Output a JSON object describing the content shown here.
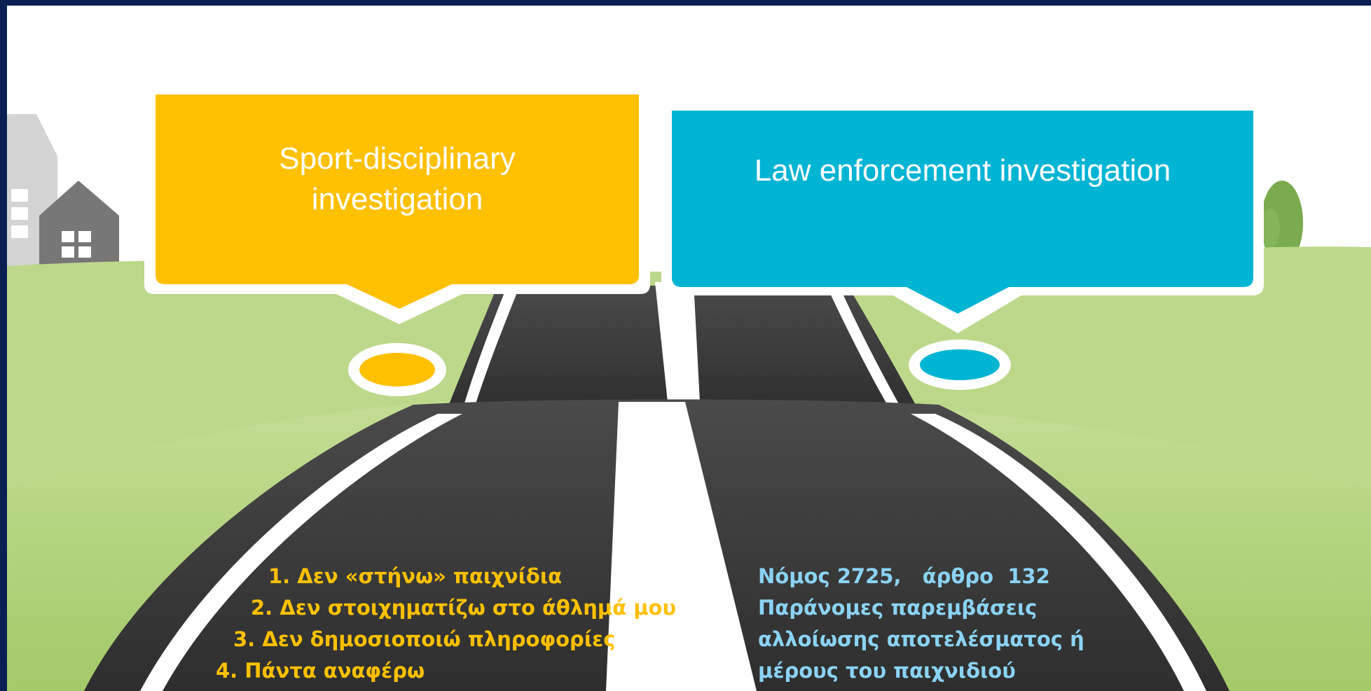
{
  "callouts": {
    "left": {
      "title_line1": "Sport-disciplinary",
      "title_line2": "investigation",
      "color": "#ffc000"
    },
    "right": {
      "title": "Law enforcement investigation",
      "color": "#00b0d0"
    }
  },
  "left_list": [
    "1. Δεν «στήνω» παιχνίδια",
    "2. Δεν στοιχηματίζω στο άθλημά μου",
    "3. Δεν δημοσιοποιώ πληροφορίες",
    "4. Πάντα αναφέρω"
  ],
  "right_list": [
    "Νόμος 2725,   άρθρο  132",
    "Παράνομες παρεμβάσεις",
    "αλλοίωσης αποτελέσματος ή",
    "μέρους του παιχνιδιού"
  ],
  "colors": {
    "background_frame": "#0a1f52",
    "grass": "#a9cf70",
    "road": "#3c3c3c",
    "road_lines": "#ffffff",
    "tree": "#7aab4f",
    "building_light": "#d6d6d6",
    "building_dark": "#7a7a7a"
  }
}
